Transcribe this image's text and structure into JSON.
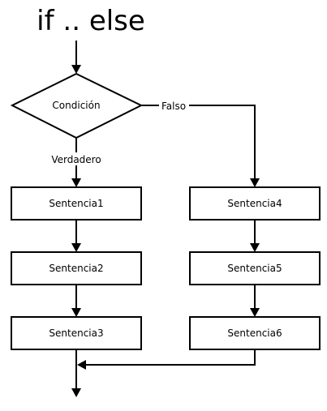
{
  "diagram": {
    "title": "if .. else",
    "condition": "Condición",
    "true_label": "Verdadero",
    "false_label": "Falso",
    "true_branch": [
      "Sentencia1",
      "Sentencia2",
      "Sentencia3"
    ],
    "false_branch": [
      "Sentencia4",
      "Sentencia5",
      "Sentencia6"
    ]
  }
}
